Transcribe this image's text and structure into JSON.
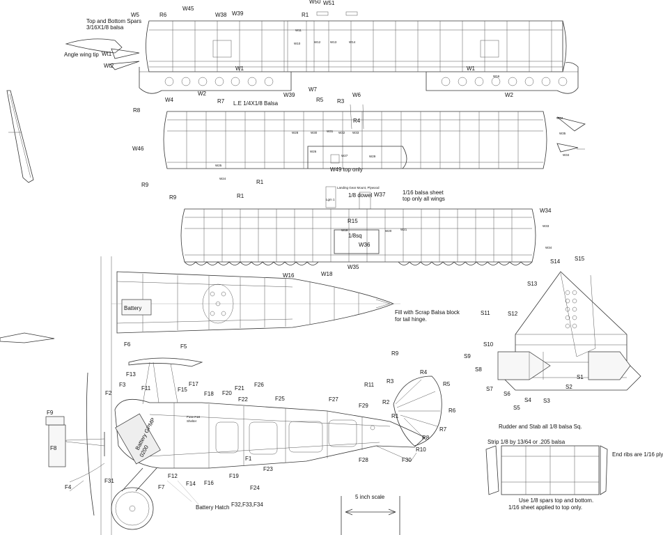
{
  "upper_wing": {
    "labels": [
      "W5",
      "R6",
      "W45",
      "W38",
      "W39",
      "R1",
      "W50",
      "W51",
      "W11",
      "W10",
      "W12",
      "W13",
      "W14",
      "W1",
      "W1",
      "W16",
      "W7",
      "W6",
      "W39",
      "W4",
      "W2",
      "W2",
      "R7",
      "R8",
      "Wt1",
      "Wt2"
    ],
    "note_spars": "Top and Bottom Spars\n3/16X1/8 balsa",
    "note_tip": "Angle wing tip"
  },
  "middle_wing": {
    "labels": [
      "R5",
      "R3",
      "R4",
      "W46",
      "R9",
      "R1",
      "W28",
      "W30",
      "W31",
      "W32",
      "W33",
      "W26",
      "W27",
      "W29",
      "W25",
      "W24",
      "W34",
      "W35",
      "W34"
    ],
    "note_le": "L.E 1/4X1/8 Balsa",
    "note_w49": "W49 top only"
  },
  "lower_wing": {
    "labels": [
      "R9",
      "R1",
      "W37",
      "R15",
      "W36",
      "W35",
      "W16",
      "W18",
      "W34",
      "W19",
      "W20",
      "W21",
      "W33",
      "W34"
    ],
    "note_mount": "Landing Gear Mount, Plywood",
    "note_dowel": "1/8 dowel",
    "note_lgm": "Lgm 1",
    "note_sq": "1/8sq",
    "note_sheet": "1/16 balsa sheet\ntop only all wings"
  },
  "fuselage_top": {
    "battery": "Battery",
    "labels": [
      "F6",
      "F5"
    ],
    "note_fill": "Fill with Scrap Balsa block\nfor tail hinge."
  },
  "fuselage_side": {
    "labels": [
      "F13",
      "F11",
      "F17",
      "F15",
      "F18",
      "F21",
      "F20",
      "F22",
      "F26",
      "F25",
      "F27",
      "F3",
      "F2",
      "F9",
      "F8",
      "F4",
      "F31",
      "F12",
      "F14",
      "F16",
      "F19",
      "F24",
      "F23",
      "F1",
      "F7",
      "F29",
      "F28",
      "F30",
      "F32,F33,F34"
    ],
    "battery_label": "Battery GPMP\n0200",
    "hatch": "Battery Hatch",
    "small_note": "Fuse F18\nShelter"
  },
  "rudder": {
    "labels": [
      "R9",
      "R4",
      "R3",
      "R5",
      "R11",
      "R2",
      "R6",
      "R1",
      "R7",
      "R8",
      "R10"
    ]
  },
  "stab": {
    "labels": [
      "S14",
      "S15",
      "S13",
      "S11",
      "S12",
      "S10",
      "S9",
      "S8",
      "S7",
      "S6",
      "S5",
      "S4",
      "S3",
      "S2",
      "S1"
    ],
    "note_title": "Rudder and Stab all 1/8 balsa Sq.",
    "note_strip": "Strip 1/8 by 13/64 or .205 balsa",
    "note_end": "End ribs are 1/16 ply",
    "note_spars": "Use 1/8 spars top and bottom.\n1/16 sheet applied to top only."
  },
  "scale": {
    "label": "5 inch scale"
  }
}
